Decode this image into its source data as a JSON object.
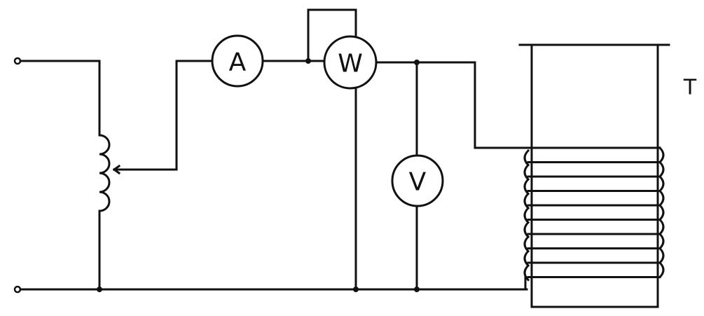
{
  "meters": {
    "ammeter": "A",
    "wattmeter": "W",
    "voltmeter": "V"
  },
  "transformer_label": "T",
  "colors": {
    "ink": "#111111",
    "paper": "#ffffff"
  },
  "icons": {
    "autotransformer": "autotransformer-coil-icon",
    "transformer_winding": "transformer-winding-icon"
  }
}
